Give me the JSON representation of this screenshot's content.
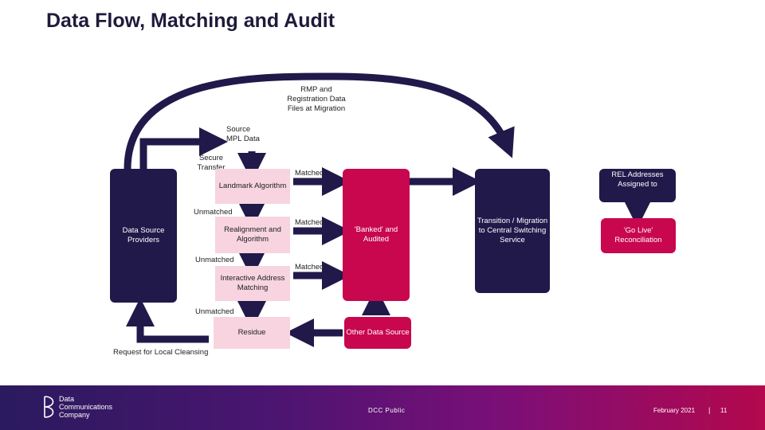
{
  "title": "Data Flow, Matching and Audit",
  "labels": {
    "rmp": "RMP and Registration Data Files at Migration",
    "source_mpl": "Source MPL Data",
    "secure_transfer": "Secure Transfer",
    "matched_1": "Matched",
    "matched_2": "Matched",
    "matched_3": "Matched",
    "unmatched_1": "Unmatched",
    "unmatched_2": "Unmatched",
    "unmatched_3": "Unmatched",
    "request_cleansing": "Request for Local Cleansing"
  },
  "boxes": {
    "data_source_providers": "Data Source Providers",
    "landmark": "Landmark Algorithm",
    "realignment": "Realignment and Algorithm",
    "interactive": "Interactive Address Matching",
    "residue": "Residue",
    "banked": "'Banked' and Audited",
    "other_source": "Other Data Source",
    "transition": "Transition / Migration to Central Switching Service",
    "rel": "REL Addresses Assigned to",
    "go_live": "'Go Live' Reconciliation"
  },
  "footer": {
    "logo_line1": "Data",
    "logo_line2": "Communications",
    "logo_line3": "Company",
    "classification": "DCC Public",
    "date": "February 2021",
    "separator": "|",
    "page": "11"
  },
  "colors": {
    "navy": "#21194a",
    "magenta": "#c8074e",
    "light_pink": "#f7d4df"
  }
}
